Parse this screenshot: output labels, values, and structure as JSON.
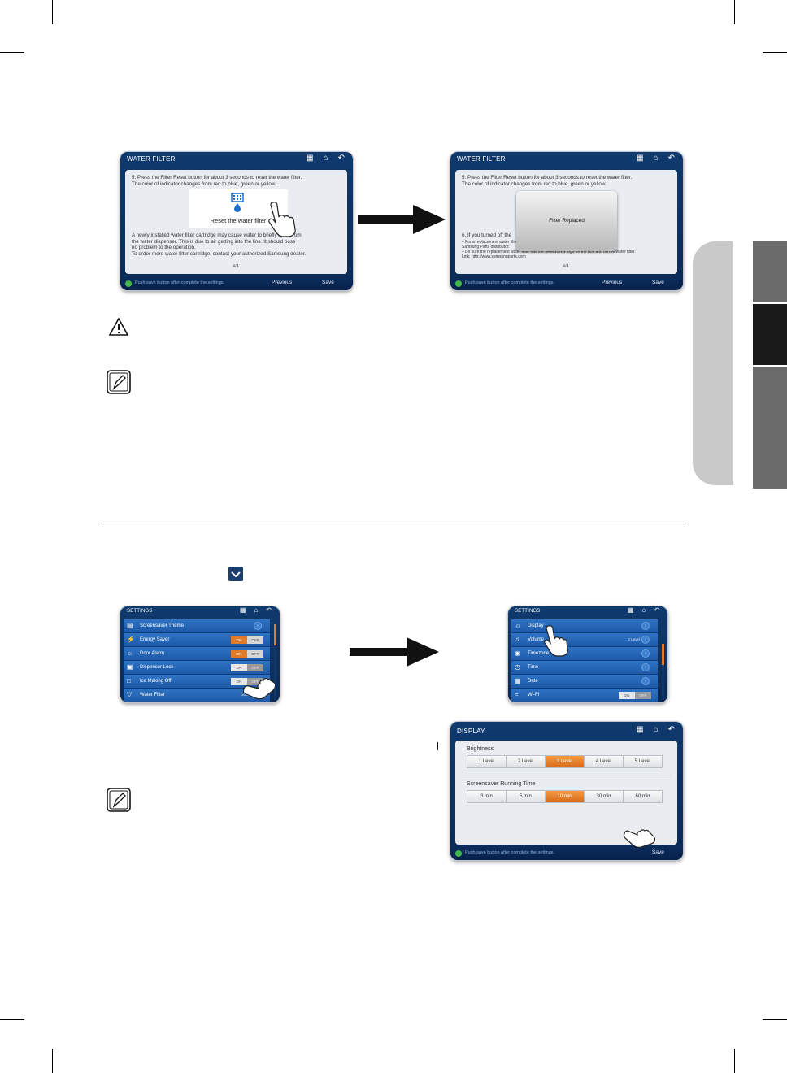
{
  "screen1": {
    "title": "WATER FILTER",
    "step5": "5. Press the Filter Reset button for about 3 seconds to reset the water filter.\n   The color of indicator changes from red to blue, green or yellow.",
    "reset_button": "Reset the water filter",
    "body": "A newly installed water filter cartridge may cause water to briefly spurt from\nthe water dispenser. This is due to air getting into the line. It should pose\nno problem to the operation.\nTo order more water filter cartridge, contact your authorized Samsung dealer.",
    "page": "4/4",
    "hint": "Push save button after complete the settings.",
    "previous": "Previous",
    "save": "Save"
  },
  "screen2": {
    "title": "WATER FILTER",
    "step5": "5. Press the Filter Reset button for about 3 seconds to reset the water filter.\n   The color of indicator changes from red to blue, green or yellow.",
    "popup": "Filter Replaced",
    "step6": "6. If you turned off the",
    "notes": "– For a replacement water filter, contact your local Samsung dealer or contact the\n   Samsung Parts distributor.\n– Be sure the replacement water filter has the SAMSUNG logo on the box and on the water filter.\n   Link: http://www.samsungparts.com",
    "page": "4/4",
    "hint": "Push save button after complete the settings.",
    "previous": "Previous",
    "save": "Save"
  },
  "settings1": {
    "title": "SETTINGS",
    "rows": [
      {
        "label": "Screensaver Theme"
      },
      {
        "label": "Energy Saver",
        "on": "ON",
        "off": "OFF"
      },
      {
        "label": "Door Alarm",
        "on": "ON",
        "off": "OFF"
      },
      {
        "label": "Dispenser Lock",
        "on": "ON",
        "off": "OFF"
      },
      {
        "label": "Ice Making Off",
        "on": "ON",
        "off": "OFF"
      },
      {
        "label": "Water Filter",
        "value": "Good"
      }
    ]
  },
  "settings2": {
    "title": "SETTINGS",
    "rows": [
      {
        "label": "Display"
      },
      {
        "label": "Volume",
        "value": "2 Level"
      },
      {
        "label": "Timezone"
      },
      {
        "label": "Time"
      },
      {
        "label": "Date"
      },
      {
        "label": "Wi-Fi",
        "on": "ON",
        "off": "OFF"
      }
    ]
  },
  "display": {
    "title": "DISPLAY",
    "brightness_label": "Brightness",
    "brightness_options": [
      "1 Level",
      "2 Level",
      "3 Level",
      "4 Level",
      "5 Level"
    ],
    "brightness_selected": 2,
    "screensaver_label": "Screensaver Running Time",
    "screensaver_options": [
      "3 min",
      "5 min",
      "10 min",
      "30 min",
      "60 min"
    ],
    "screensaver_selected": 2,
    "hint": "Push save button after complete the settings.",
    "save": "Save"
  },
  "colors": {
    "screen_blue": "#0f3a6e",
    "selected_orange": "#e07b2a",
    "side_tab_dark": "#1a1a1a",
    "side_tab_gray": "#6b6b6b"
  }
}
